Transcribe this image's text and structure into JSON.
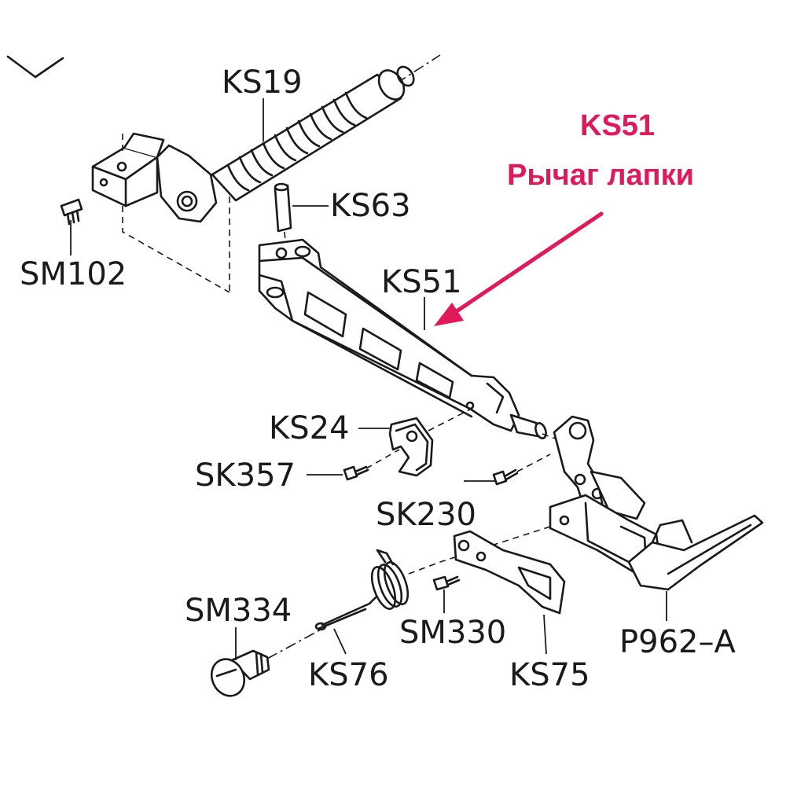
{
  "highlight": {
    "part_code": "KS51",
    "part_name": "Рычаг лапки",
    "color": "#e0195a"
  },
  "labels": {
    "ks19": "KS19",
    "ks63": "KS63",
    "sm102": "SM102",
    "ks51": "KS51",
    "ks24": "KS24",
    "sk357": "SK357",
    "sk230": "SK230",
    "sm334": "SM334",
    "sm330": "SM330",
    "ks76": "KS76",
    "ks75": "KS75",
    "p962a": "P962–A"
  }
}
